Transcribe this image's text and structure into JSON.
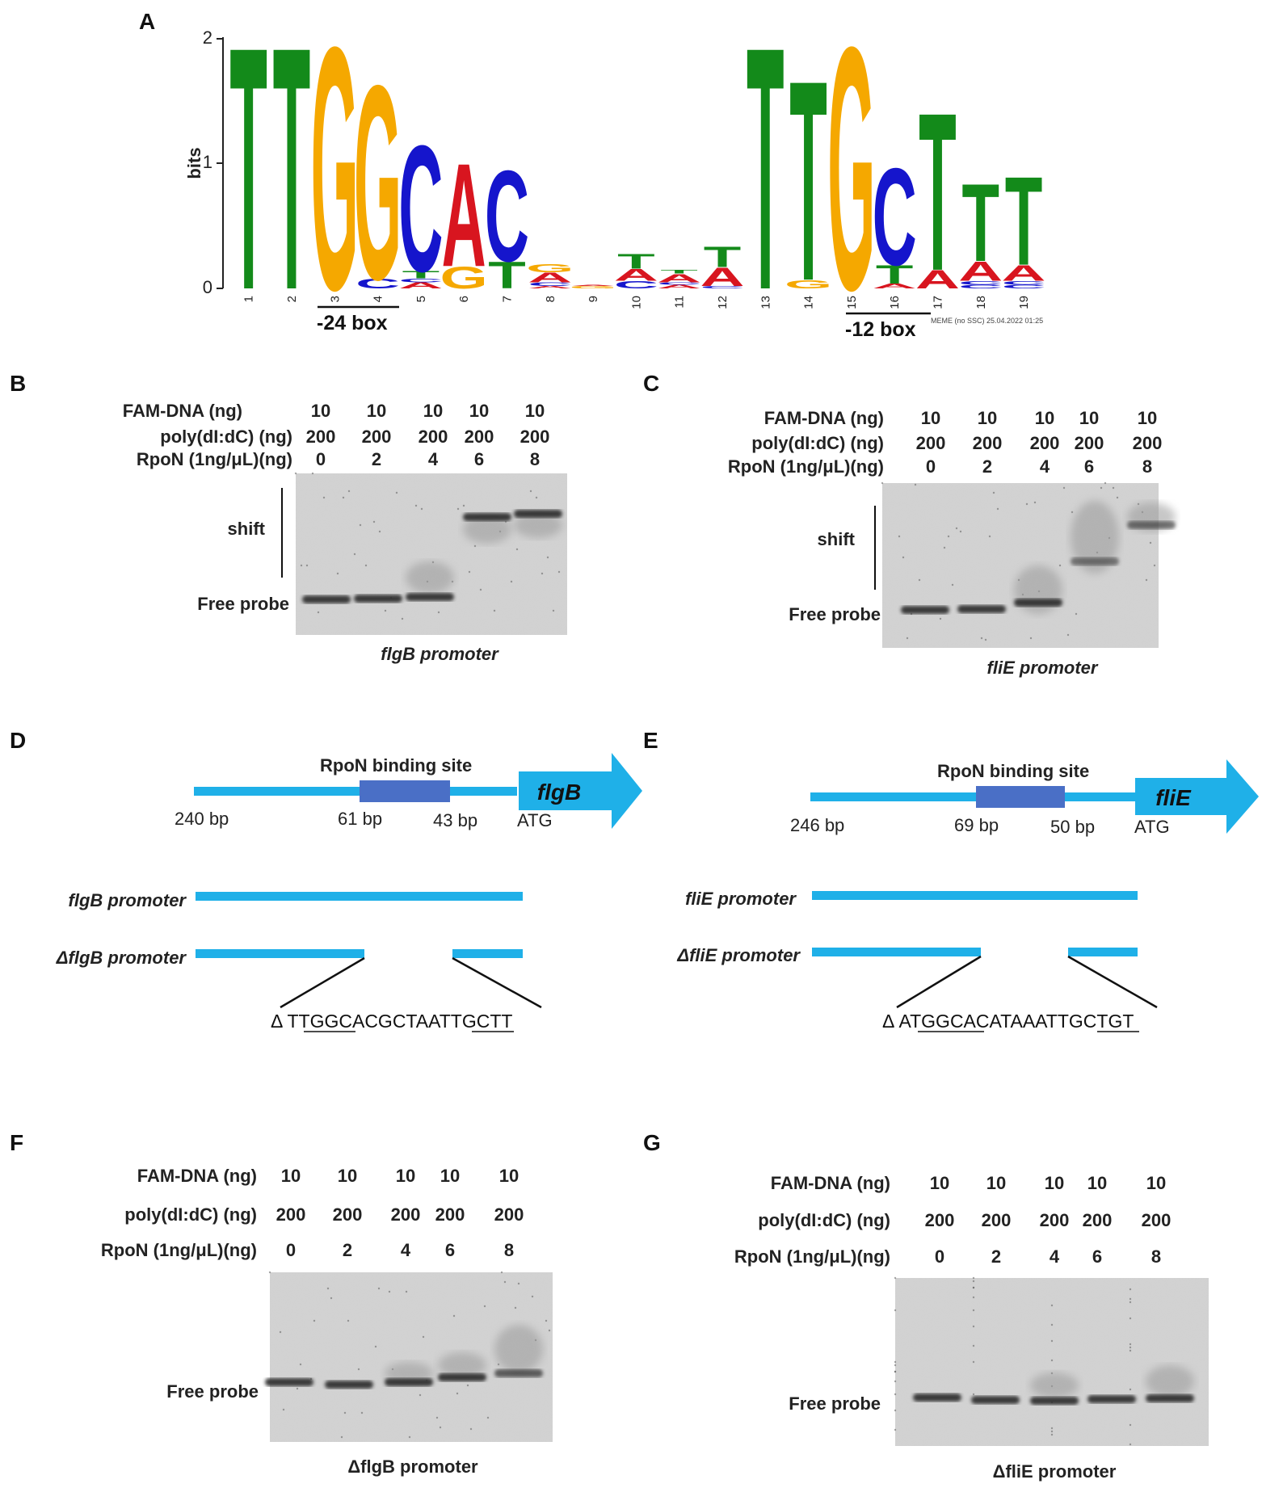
{
  "panels": {
    "A": {
      "letter": "A",
      "ylabel": "bits",
      "yticks": [
        "0",
        "1",
        "2"
      ],
      "positions": [
        "1",
        "2",
        "3",
        "4",
        "5",
        "6",
        "7",
        "8",
        "9",
        "10",
        "11",
        "12",
        "13",
        "14",
        "15",
        "16",
        "17",
        "18",
        "19"
      ],
      "box_left": "-24 box",
      "box_right": "-12 box",
      "meme_note": "MEME (no SSC) 25.04.2022 01:25",
      "colors": {
        "A": "#d8151f",
        "C": "#1515cc",
        "G": "#f5a800",
        "T": "#138a1a"
      }
    },
    "B": {
      "letter": "B",
      "rows": [
        {
          "label": "FAM-DNA  (ng)",
          "values": [
            "10",
            "10",
            "10",
            "10",
            "10"
          ]
        },
        {
          "label": "poly(dI:dC)  (ng)",
          "values": [
            "200",
            "200",
            "200",
            "200",
            "200"
          ]
        },
        {
          "label": "RpoN  (1ng/μL)(ng)",
          "values": [
            "0",
            "2",
            "4",
            "6",
            "8"
          ]
        }
      ],
      "shift": "shift",
      "free_probe": "Free probe",
      "caption": "flgB promoter"
    },
    "C": {
      "letter": "C",
      "rows": [
        {
          "label": "FAM-DNA  (ng)",
          "values": [
            "10",
            "10",
            "10",
            "10",
            "10"
          ]
        },
        {
          "label": "poly(dI:dC)  (ng)",
          "values": [
            "200",
            "200",
            "200",
            "200",
            "200"
          ]
        },
        {
          "label": "RpoN  (1ng/μL)(ng)",
          "values": [
            "0",
            "2",
            "4",
            "6",
            "8"
          ]
        }
      ],
      "shift": "shift",
      "free_probe": "Free probe",
      "caption": "fliE promoter"
    },
    "D": {
      "letter": "D",
      "site": "RpoN binding  site",
      "gene": "flgB",
      "bp_left": "240 bp",
      "bp_mid1": "61 bp",
      "bp_mid2": "43 bp",
      "atg": "ATG",
      "promoter": "flgB promoter",
      "delta_promoter": "ΔflgB promoter",
      "delta_seq": "Δ TTGGCACGCTAATTGCTT"
    },
    "E": {
      "letter": "E",
      "site": "RpoN binding  site",
      "gene": "fliE",
      "bp_left": "246 bp",
      "bp_mid1": "69 bp",
      "bp_mid2": "50 bp",
      "atg": "ATG",
      "promoter": "fliE promoter",
      "delta_promoter": "ΔfliE promoter",
      "delta_seq": "Δ ATGGCACATAAATTGCTGT"
    },
    "F": {
      "letter": "F",
      "rows": [
        {
          "label": "FAM-DNA  (ng)",
          "values": [
            "10",
            "10",
            "10",
            "10",
            "10"
          ]
        },
        {
          "label": "poly(dI:dC)  (ng)",
          "values": [
            "200",
            "200",
            "200",
            "200",
            "200"
          ]
        },
        {
          "label": "RpoN  (1ng/μL)(ng)",
          "values": [
            "0",
            "2",
            "4",
            "6",
            "8"
          ]
        }
      ],
      "free_probe": "Free probe",
      "caption": "ΔflgB promoter"
    },
    "G": {
      "letter": "G",
      "rows": [
        {
          "label": "FAM-DNA  (ng)",
          "values": [
            "10",
            "10",
            "10",
            "10",
            "10"
          ]
        },
        {
          "label": "poly(dI:dC)  (ng)",
          "values": [
            "200",
            "200",
            "200",
            "200",
            "200"
          ]
        },
        {
          "label": "RpoN  (1ng/μL)(ng)",
          "values": [
            "0",
            "2",
            "4",
            "6",
            "8"
          ]
        }
      ],
      "free_probe": "Free probe",
      "caption": "ΔfliE promoter"
    }
  }
}
